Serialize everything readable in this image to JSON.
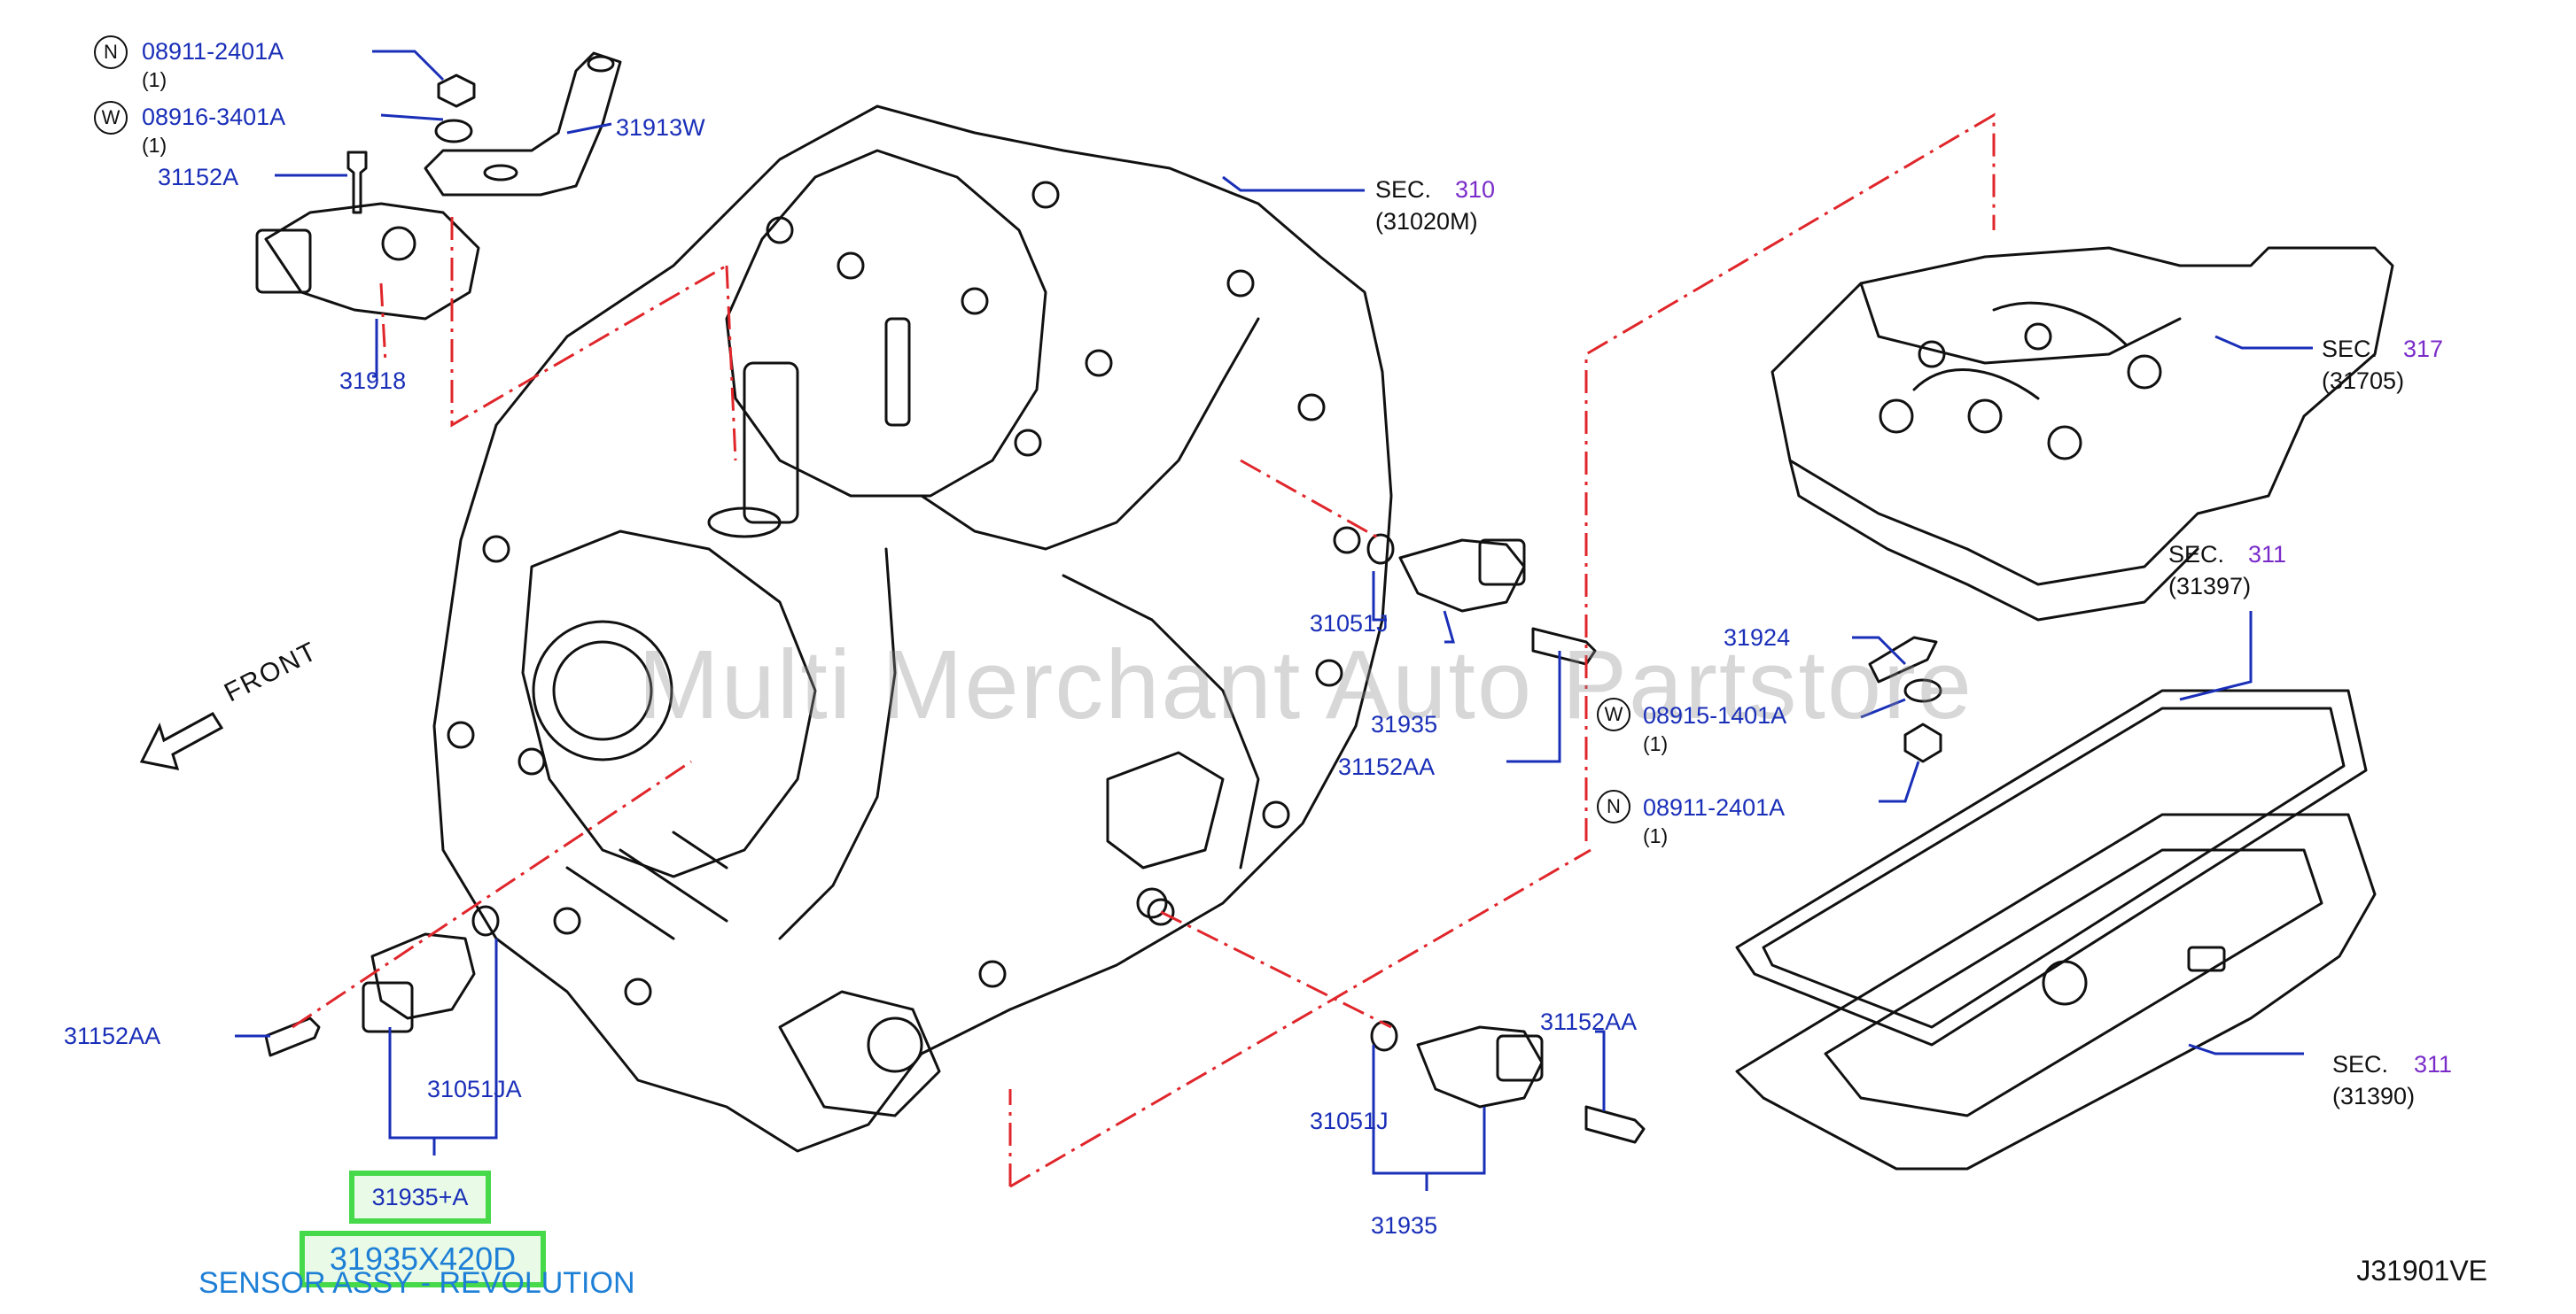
{
  "labels": {
    "n_top": "08911-2401A",
    "n_top_qty": "(1)",
    "w_top": "08916-3401A",
    "w_top_qty": "(1)",
    "bolt_top": "31152A",
    "bracket": "31913W",
    "switch": "31918",
    "sec310": "SEC.",
    "sec310_num": "310",
    "sec310_sub": "(31020M)",
    "sec317": "SEC.",
    "sec317_num": "317",
    "sec317_sub": "(31705)",
    "oring_mid": "31051J",
    "sensor_mid": "31935",
    "bolt_mid": "31152AA",
    "clip": "31924",
    "w_right": "08915-1401A",
    "w_right_qty": "(1)",
    "n_right": "08911-2401A",
    "n_right_qty": "(1)",
    "sec311_top": "SEC.",
    "sec311_top_num": "311",
    "sec311_top_sub": "(31397)",
    "sec311_bot": "SEC.",
    "sec311_bot_num": "311",
    "sec311_bot_sub": "(31390)",
    "bolt_left": "31152AA",
    "oring_left": "31051JA",
    "sensor_assy": "31935+A",
    "part_number": "31935X420D",
    "part_name": "SENSOR ASSY - REVOLUTION",
    "oring_bot": "31051J",
    "bolt_bot": "31152AA",
    "sensor_bot": "31935",
    "front": "FRONT",
    "diagram_id": "J31901VE",
    "watermark": "Multi Merchant Auto Partstore",
    "n_mark": "N",
    "w_mark": "W"
  },
  "colors": {
    "label_blue": "#1a2fb8",
    "section_purple": "#7a2cc9",
    "highlight_green": "#46d94a",
    "part_blue": "#1e7fd6",
    "centerline_red": "#e0262b",
    "line_black": "#111111"
  }
}
